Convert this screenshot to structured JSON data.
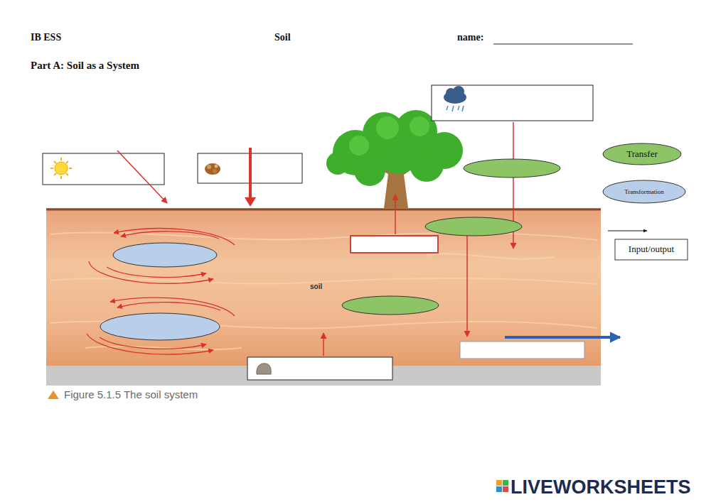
{
  "diagram": {
    "title": "Part A: Soil as a System",
    "caption": "Figure 5.1.5 The soil system",
    "labels": [
      "IB ESS",
      "Soil",
      "name:",
      "soil",
      "LIVEWORKSHEETS"
    ],
    "legend": [
      {
        "text": "Transfer",
        "color": "#8dc566"
      },
      {
        "text": "Transformation",
        "color": "#b9cfe9"
      },
      {
        "text": "Input/output"
      }
    ]
  }
}
